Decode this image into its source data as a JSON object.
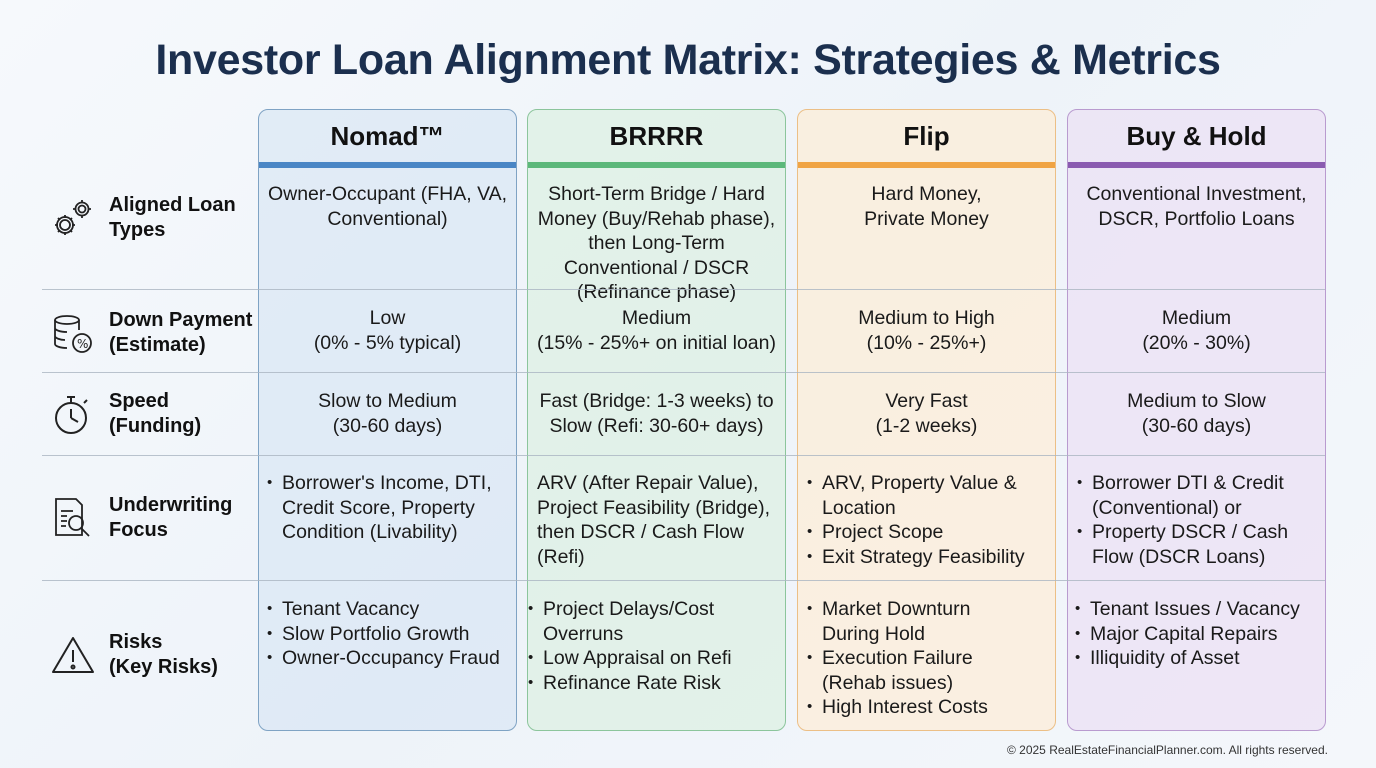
{
  "title": "Investor Loan Alignment Matrix: Strategies & Metrics",
  "rows": [
    {
      "label": "Aligned Loan\nTypes",
      "icon": "gears-icon"
    },
    {
      "label": "Down Payment\n(Estimate)",
      "icon": "coins-percent-icon"
    },
    {
      "label": "Speed\n(Funding)",
      "icon": "stopwatch-icon"
    },
    {
      "label": "Underwriting\nFocus",
      "icon": "document-search-icon"
    },
    {
      "label": "Risks\n(Key Risks)",
      "icon": "warning-icon"
    }
  ],
  "columns": [
    {
      "name": "Nomad™",
      "color": "#4a86c5",
      "loan": "Owner-Occupant (FHA, VA, Conventional)",
      "down": [
        "Low",
        "(0% - 5% typical)"
      ],
      "speed": [
        "Slow to Medium",
        "(30-60 days)"
      ],
      "uw": [
        "Borrower's Income, DTI, Credit Score, Property Condition (Livability)"
      ],
      "risks": [
        "Tenant Vacancy",
        "Slow Portfolio Growth",
        "Owner-Occupancy Fraud"
      ]
    },
    {
      "name": "BRRRR",
      "color": "#5cb87a",
      "loan": "Short-Term Bridge / Hard Money (Buy/Rehab phase), then Long-Term Conventional / DSCR (Refinance phase)",
      "down": [
        "Medium",
        "(15% - 25%+ on initial loan)"
      ],
      "speed": [
        "Fast (Bridge: 1-3 weeks) to",
        "Slow (Refi: 30-60+ days)"
      ],
      "uw": "ARV (After Repair Value), Project Feasibility (Bridge), then DSCR / Cash Flow (Refi)",
      "risks": [
        "Project Delays/Cost Overruns",
        "Low Appraisal on Refi",
        "Refinance Rate Risk"
      ]
    },
    {
      "name": "Flip",
      "color": "#f0a444",
      "loan": "Hard Money, Private Money",
      "down": [
        "Medium to High",
        "(10% - 25%+)"
      ],
      "speed": [
        "Very Fast",
        "(1-2 weeks)"
      ],
      "uw": [
        "ARV, Property Value & Location",
        "Project Scope",
        "Exit Strategy Feasibility"
      ],
      "risks": [
        "Market Downturn During Hold",
        "Execution Failure (Rehab issues)",
        "High Interest Costs"
      ]
    },
    {
      "name": "Buy & Hold",
      "color": "#8a5bb0",
      "loan": "Conventional Investment, DSCR, Portfolio Loans",
      "down": [
        "Medium",
        "(20% - 30%)"
      ],
      "speed": [
        "Medium to Slow",
        "(30-60 days)"
      ],
      "uw": [
        "Borrower DTI & Credit (Conventional) or",
        "Property DSCR / Cash Flow (DSCR Loans)"
      ],
      "risks": [
        "Tenant Issues / Vacancy",
        "Major Capital Repairs",
        "Illiquidity of Asset"
      ]
    }
  ],
  "footer": "© 2025 RealEstateFinancialPlanner.com. All rights reserved."
}
